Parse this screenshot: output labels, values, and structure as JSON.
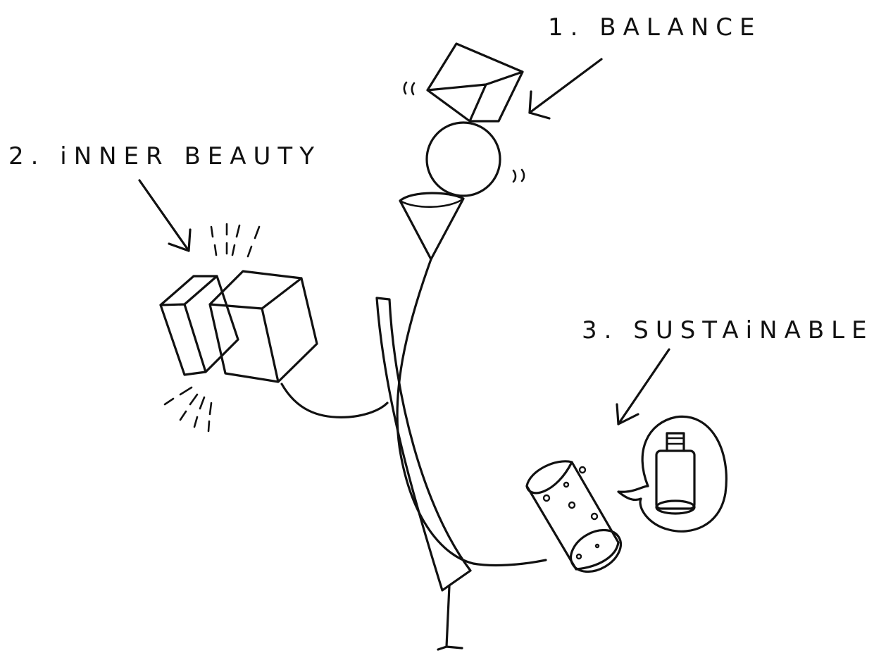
{
  "labels": {
    "balance": "1. BALANCE",
    "inner_beauty": "2. iNNER BEAUTY",
    "sustainable": "3. SUSTAiNABLE"
  },
  "colors": {
    "ink": "#111111",
    "paper": "#ffffff"
  }
}
